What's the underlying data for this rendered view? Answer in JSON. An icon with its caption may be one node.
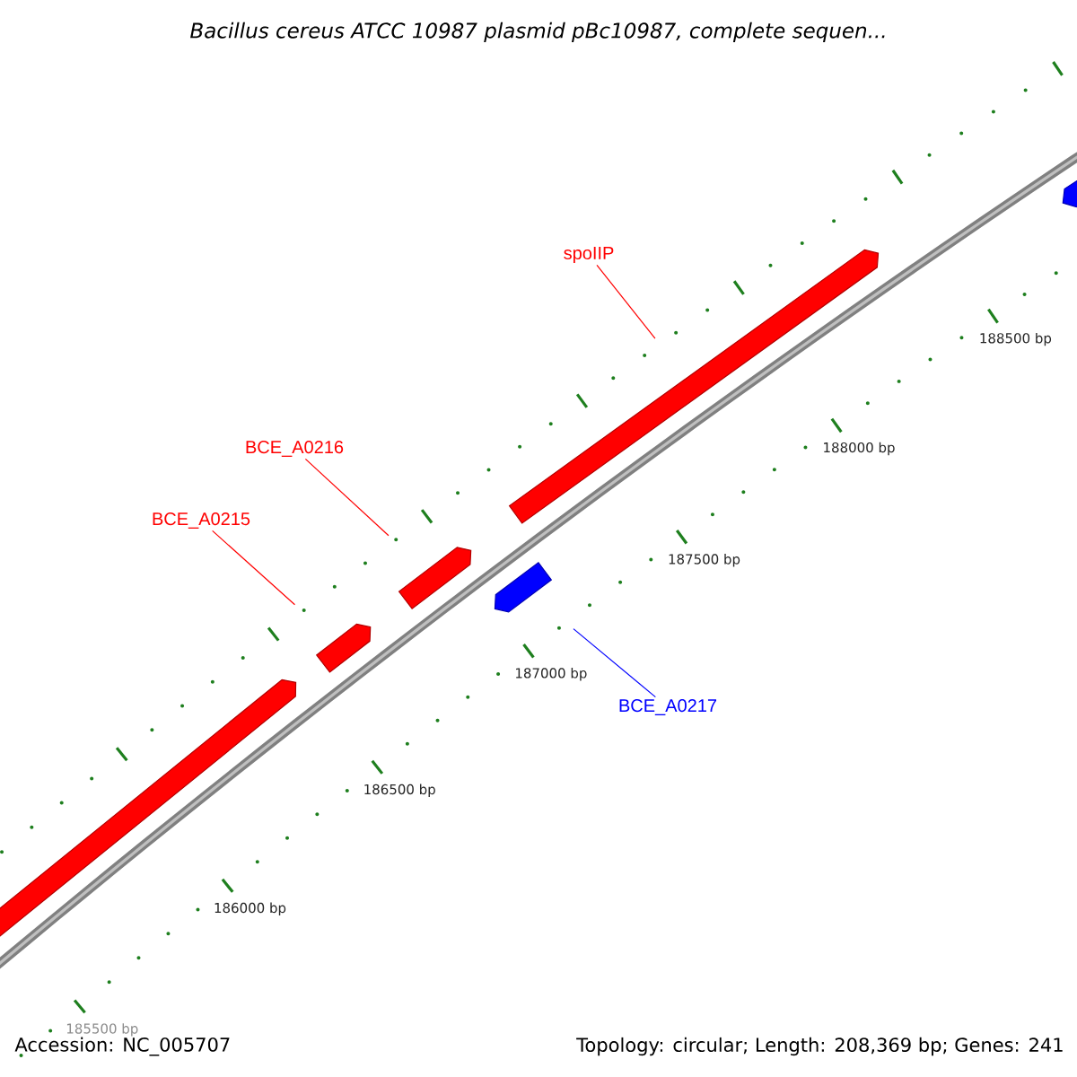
{
  "diagram": {
    "title": "Bacillus cereus ATCC 10987 plasmid pBc10987, complete sequen...",
    "nodes": [
      {
        "text": [
          "spoIIP"
        ]
      },
      {
        "text": [
          "BCE_A0216"
        ]
      },
      {
        "text": [
          "BCE_A0215"
        ]
      },
      {
        "text": [
          "BCE_A0217"
        ]
      },
      {
        "text": [],
        "shape": "arrow"
      },
      {
        "text": [],
        "shape": "arrow"
      },
      {
        "text": [],
        "shape": "arrow"
      },
      {
        "text": [],
        "shape": "arrow"
      },
      {
        "text": [],
        "shape": "arrow"
      },
      {
        "text": [],
        "shape": "arrow"
      }
    ],
    "edges": [
      {
        "from": 0,
        "to": 7,
        "arrow": "none"
      },
      {
        "from": 1,
        "to": 6,
        "arrow": "none"
      },
      {
        "from": 2,
        "to": 5,
        "arrow": "none"
      },
      {
        "from": 3,
        "to": 8,
        "arrow": "none",
        "color": "#0000ff"
      }
    ],
    "labels": [
      "188500 bp",
      "188000 bp",
      "187500 bp",
      "187000 bp",
      "186500 bp",
      "186000 bp",
      "185500 bp",
      "Accession: NC_005707",
      "Topology: circular; Length: 208,369 bp; Genes: 241"
    ]
  }
}
